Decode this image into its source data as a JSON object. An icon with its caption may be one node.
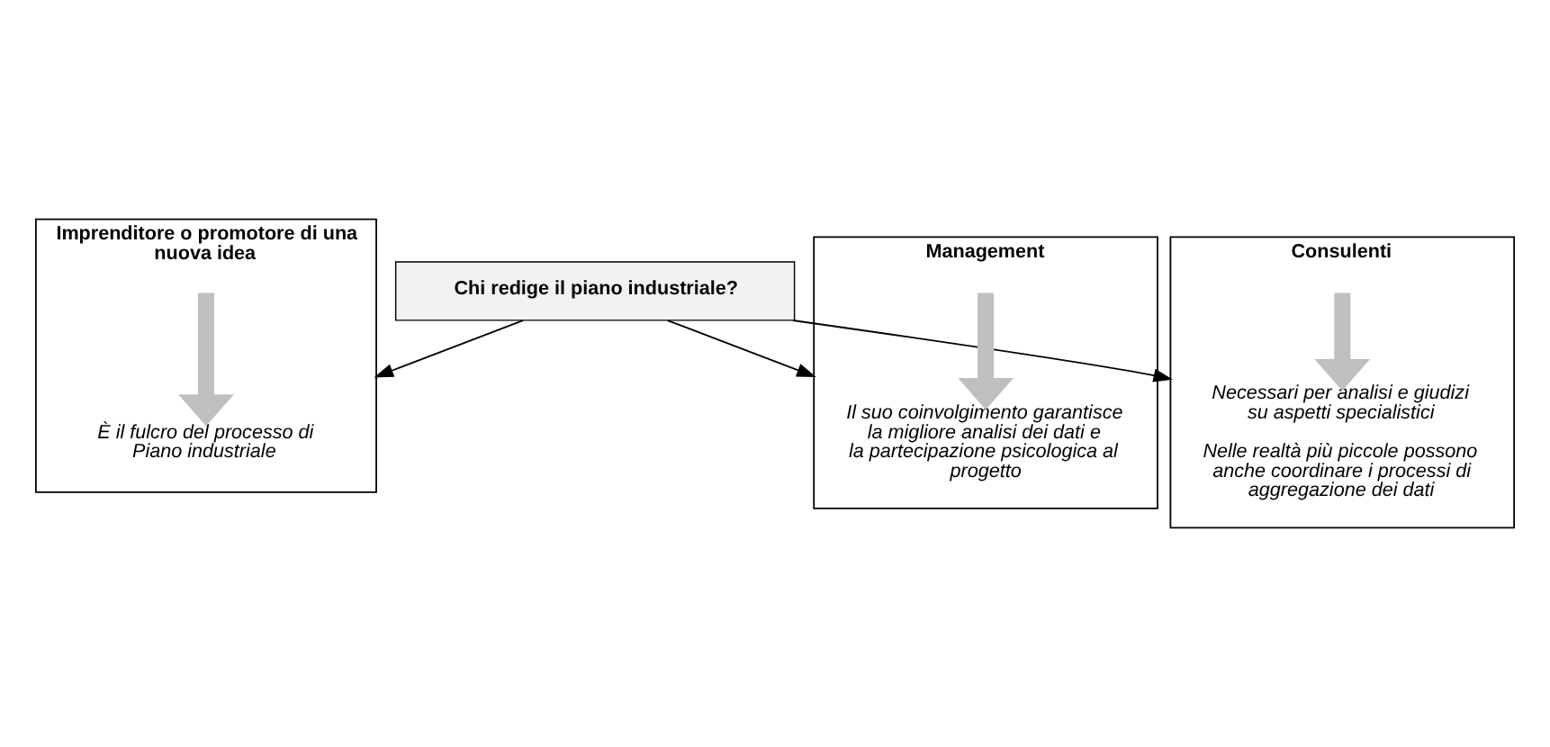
{
  "diagram": {
    "nodes": [
      {
        "text": [
          "Chi redige il piano industriale?"
        ]
      },
      {
        "text": [
          "Imprenditore o promotore di una nuova idea"
        ]
      },
      {
        "text": [
          "È il fulcro del processo di Piano industriale"
        ],
        "in": 1
      },
      {
        "text": [
          "Management"
        ]
      },
      {
        "text": [
          "Il suo coinvolgimento garantisce la migliore analisi dei dati e la partecipazione psicologica al progetto"
        ],
        "in": 3
      },
      {
        "text": [
          "Consulenti"
        ]
      },
      {
        "text": [
          "Necessari per analisi e giudizi su aspetti specialistici",
          "Nelle realtà più piccole possono anche coordinare i processi di aggregazione dei dati"
        ],
        "in": 5
      }
    ],
    "edges": [
      {
        "from": 0,
        "to": 1,
        "arrow": "to"
      },
      {
        "from": 0,
        "to": 3,
        "arrow": "to"
      },
      {
        "from": 0,
        "to": 5,
        "arrow": "to"
      },
      {
        "from": null,
        "to": 2,
        "arrow": "to",
        "style": "thick",
        "color": "#bfbfbf"
      },
      {
        "from": null,
        "to": 4,
        "arrow": "to",
        "style": "thick",
        "color": "#bfbfbf"
      },
      {
        "from": null,
        "to": 6,
        "arrow": "to",
        "style": "thick",
        "color": "#bfbfbf"
      }
    ]
  }
}
